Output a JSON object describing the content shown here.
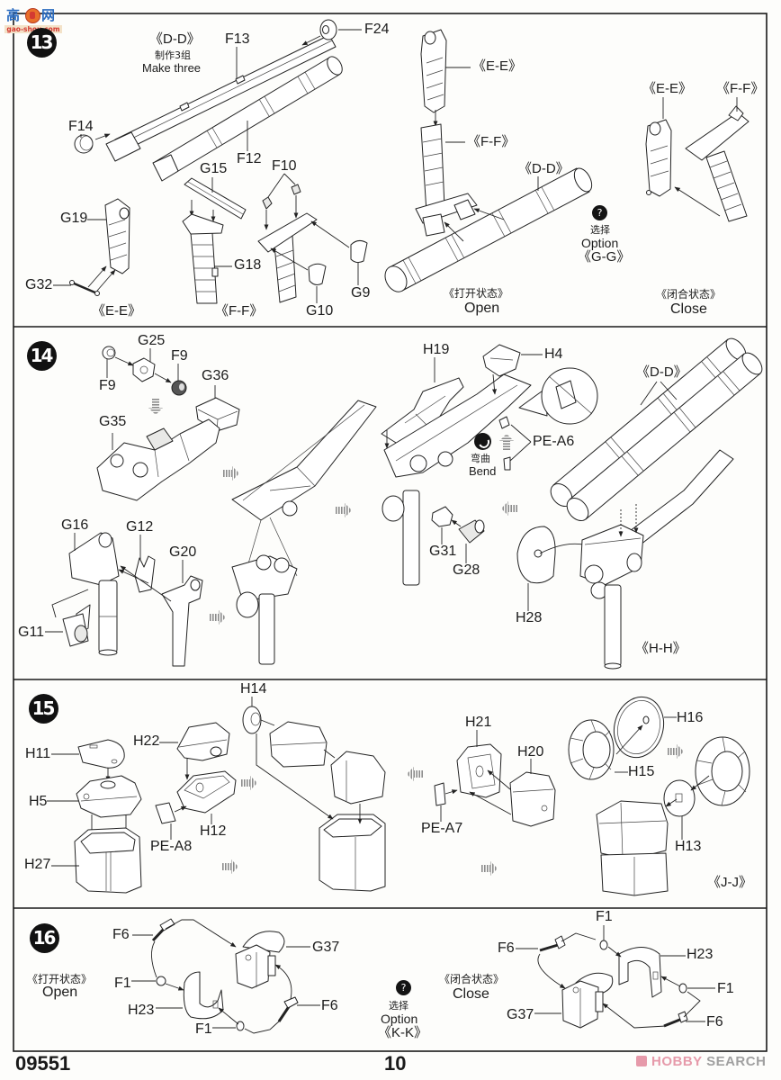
{
  "logo": {
    "char_left": "高",
    "char_right": "网",
    "domain": "gao-shou.com"
  },
  "step13": {
    "number": "13",
    "dd_title": "《D-D》",
    "dd_note_cn": "制作3组",
    "dd_note_en": "Make three",
    "parts": {
      "f13": "F13",
      "f24": "F24",
      "f14": "F14",
      "f12": "F12",
      "f10": "F10",
      "g15": "G15",
      "g19": "G19",
      "g18": "G18",
      "g32": "G32",
      "g9": "G9",
      "g10": "G10"
    },
    "views": {
      "ee_sub": "《E-E》",
      "ff_sub": "《F-F》",
      "ee_open": "《E-E》",
      "ff_open": "《F-F》",
      "dd_open": "《D-D》",
      "ee_close": "《E-E》",
      "ff_close": "《F-F》"
    },
    "option": {
      "icon": "?",
      "cn": "选择",
      "en": "Option",
      "view": "《G-G》"
    },
    "open": {
      "cn": "《打开状态》",
      "en": "Open"
    },
    "close": {
      "cn": "《闭合状态》",
      "en": "Close"
    }
  },
  "step14": {
    "number": "14",
    "parts": {
      "f9_left": "F9",
      "g25": "G25",
      "f9_right": "F9",
      "g36": "G36",
      "g35": "G35",
      "g16": "G16",
      "g12": "G12",
      "g20": "G20",
      "g11": "G11",
      "h19": "H19",
      "h4": "H4",
      "pe_a6": "PE-A6",
      "g31": "G31",
      "g28": "G28",
      "h28": "H28"
    },
    "bend": {
      "cn": "弯曲",
      "en": "Bend"
    },
    "views": {
      "dd": "《D-D》",
      "hh": "《H-H》"
    }
  },
  "step15": {
    "number": "15",
    "parts": {
      "h11": "H11",
      "h5": "H5",
      "h27": "H27",
      "h22": "H22",
      "h12": "H12",
      "pe_a8": "PE-A8",
      "h14": "H14",
      "h21": "H21",
      "h20": "H20",
      "pe_a7": "PE-A7",
      "h15": "H15",
      "h16": "H16",
      "h13": "H13"
    },
    "views": {
      "jj": "《J-J》"
    }
  },
  "step16": {
    "number": "16",
    "open": {
      "cn": "《打开状态》",
      "en": "Open"
    },
    "close": {
      "cn": "《闭合状态》",
      "en": "Close"
    },
    "option": {
      "icon": "?",
      "cn": "选择",
      "en": "Option",
      "view": "《K-K》"
    },
    "open_parts": {
      "f6_top": "F6",
      "f1_mid": "F1",
      "h23": "H23",
      "f1_bottom": "F1",
      "f6_right": "F6",
      "g37": "G37"
    },
    "close_parts": {
      "f1_top": "F1",
      "f6_left": "F6",
      "h23": "H23",
      "f1_right": "F1",
      "f6_bottom": "F6",
      "g37": "G37"
    }
  },
  "footer": {
    "kit_number": "09551",
    "page_number": "10",
    "watermark": {
      "brand": "HOBBY",
      "brand2": "SEARCH"
    }
  },
  "colors": {
    "ink": "#1c1c1c",
    "paper": "#fdfdfb",
    "step_badge": "#111111",
    "next_arrow": "#9a9a9a",
    "logo_blue": "#2b6cc0",
    "logo_red": "#d43a32",
    "watermark_pink": "#e69aaa",
    "watermark_gray": "#a0a0a0"
  }
}
